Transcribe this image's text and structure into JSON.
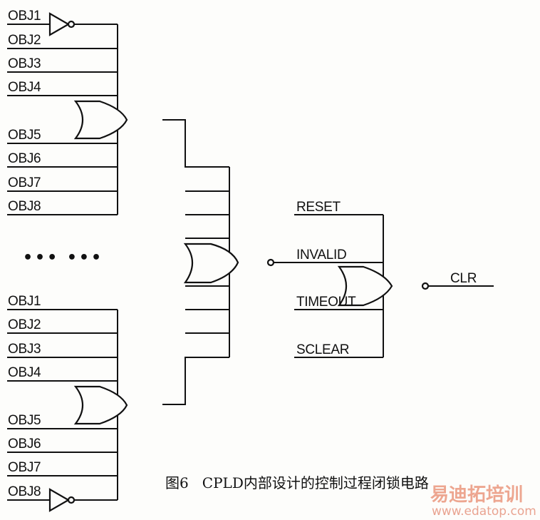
{
  "group1_inputs": [
    "OBJ1",
    "OBJ2",
    "OBJ3",
    "OBJ4",
    "OBJ5",
    "OBJ6",
    "OBJ7",
    "OBJ8"
  ],
  "group2_inputs": [
    "OBJ1",
    "OBJ2",
    "OBJ3",
    "OBJ4",
    "OBJ5",
    "OBJ6",
    "OBJ7",
    "OBJ8"
  ],
  "ellipsis": "••• •••",
  "final_gate_inputs": [
    "RESET",
    "INVALID",
    "TIMEOUT",
    "SCLEAR"
  ],
  "output_label": "CLR",
  "caption": "图6   CPLD内部设计的控制过程闭锁电路",
  "watermark": {
    "brand": "易迪拓培训",
    "url": "www.edatop.com"
  },
  "colors": {
    "ink": "#111111",
    "background": "#fdfdfb",
    "watermark": "#e0603a"
  }
}
